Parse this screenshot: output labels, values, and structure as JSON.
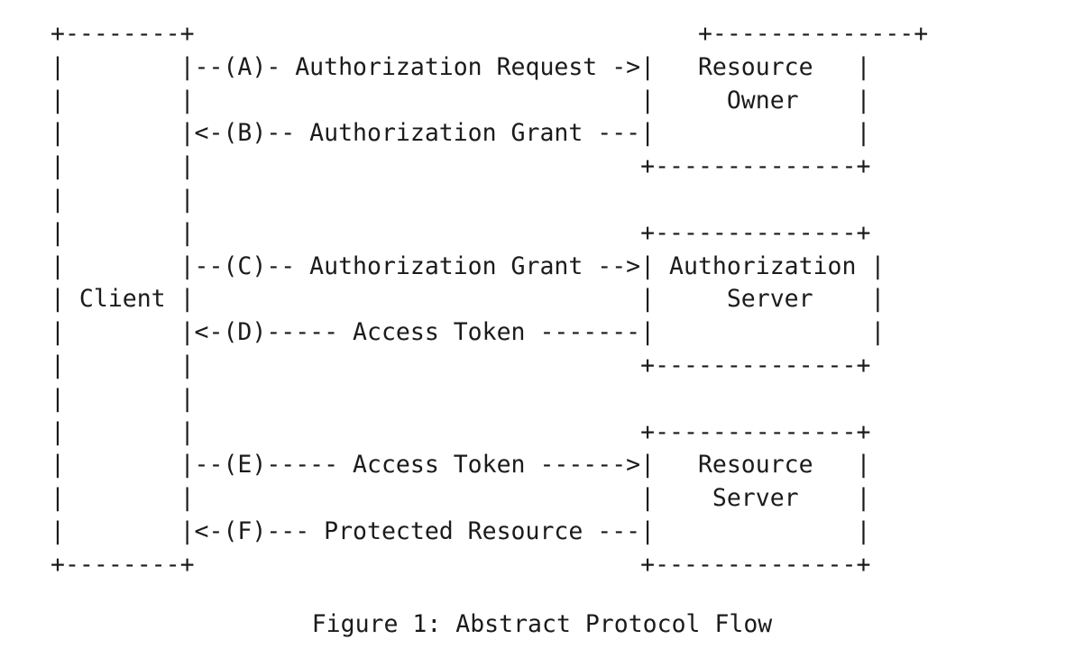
{
  "figure": {
    "caption": "Figure 1: Abstract Protocol Flow",
    "caption_number": "Figure 1",
    "caption_title": "Abstract Protocol Flow",
    "background_color": "#ffffff",
    "text_color": "#1b1b1b"
  },
  "nodes": {
    "client": {
      "label": "Client",
      "box_width_chars": 10,
      "border_top": "+--------+",
      "border_bottom": "+--------+"
    },
    "resource_owner": {
      "label_line_1": "Resource",
      "label_line_2": "Owner",
      "box_width_chars": 16,
      "border_top": "+--------------+",
      "border_bottom": "+--------------+"
    },
    "authorization_server": {
      "label_line_1": "Authorization",
      "label_line_2": "Server",
      "box_width_chars": 16,
      "border_top": "+--------------+",
      "border_bottom": "+--------------+"
    },
    "resource_server": {
      "label_line_1": "Resource",
      "label_line_2": "Server",
      "box_width_chars": 16,
      "border_top": "+--------------+",
      "border_bottom": "+--------------+"
    }
  },
  "messages": [
    {
      "id": "A",
      "tag": "(A)",
      "label": "Authorization Request",
      "direction": "right",
      "from": "client",
      "to": "resource_owner",
      "line": "--(A)- Authorization Request ->"
    },
    {
      "id": "B",
      "tag": "(B)",
      "label": "Authorization Grant",
      "direction": "left",
      "from": "resource_owner",
      "to": "client",
      "line": "<-(B)-- Authorization Grant ---"
    },
    {
      "id": "C",
      "tag": "(C)",
      "label": "Authorization Grant",
      "direction": "right",
      "from": "client",
      "to": "authorization_server",
      "line": "--(C)-- Authorization Grant -->"
    },
    {
      "id": "D",
      "tag": "(D)",
      "label": "Access Token",
      "direction": "left",
      "from": "authorization_server",
      "to": "client",
      "line": "<-(D)----- Access Token -------"
    },
    {
      "id": "E",
      "tag": "(E)",
      "label": "Access Token",
      "direction": "right",
      "from": "client",
      "to": "resource_server",
      "line": "--(E)----- Access Token ------>"
    },
    {
      "id": "F",
      "tag": "(F)",
      "label": "Protected Resource",
      "direction": "left",
      "from": "resource_server",
      "to": "client",
      "line": "<-(F)--- Protected Resource ---"
    }
  ],
  "ascii": {
    "art": "+--------+                                   +--------------+\n|        |--(A)- Authorization Request ->|   Resource   |\n|        |                               |     Owner    |\n|        |<-(B)-- Authorization Grant ---|              |\n|        |                               +--------------+\n|        |\n|        |                               +--------------+\n|        |--(C)-- Authorization Grant -->| Authorization |\n| Client |                               |     Server    |\n|        |<-(D)----- Access Token -------|               |\n|        |                               +--------------+\n|        |\n|        |                               +--------------+\n|        |--(E)----- Access Token ------>|   Resource   |\n|        |                               |    Server    |\n|        |<-(F)--- Protected Resource ---|              |\n+--------+                               +--------------+"
  }
}
